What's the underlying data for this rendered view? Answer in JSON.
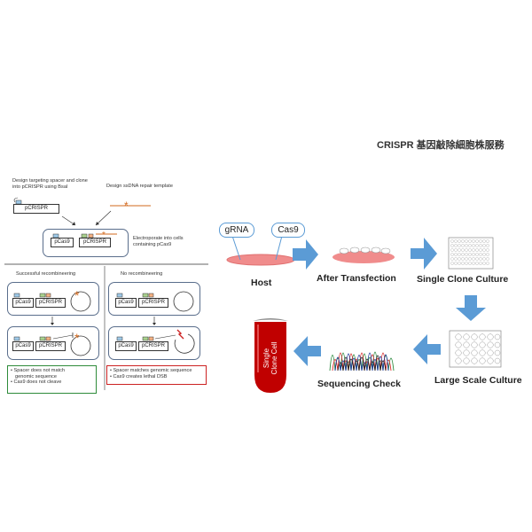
{
  "title": "CRISPR 基因敲除細胞株服務",
  "left": {
    "step1_text": "Design targeting spacer and clone into pCRISPR using BsaI",
    "step1_text_line1": "Design targeting spacer and clone",
    "step1_text_line2": "into pCRISPR using BsaI",
    "step2_text": "Design ssDNA repair template",
    "plasmid_pcrispr": "pCRISPR",
    "plasmid_pcas9": "pCas9",
    "electroporate_line1": "Electroporate into cells",
    "electroporate_line2": "containing pCas9",
    "successful_label": "Successful recombineering",
    "no_recomb_label": "No recombineering",
    "green_note_1a": "Spacer does not match",
    "green_note_1b": "genomic sequence",
    "green_note_2": "Cas9 does not cleave",
    "red_note_1": "Spacer matches genomic sequence",
    "red_note_2": "Cas9 creates lethal DSB"
  },
  "flow": {
    "grna_label": "gRNA",
    "cas9_label": "Cas9",
    "host_label": "Host",
    "after_transfection_label": "After Transfection",
    "single_clone_label": "Single Clone Culture",
    "large_scale_label": "Large Scale Culture",
    "sequencing_label": "Sequencing Check",
    "tube_label_line1": "Single",
    "tube_label_line2": "Clone Cell"
  },
  "colors": {
    "arrow": "#5b9bd5",
    "host_dish": "#f08c8c",
    "tube_red": "#c00000",
    "green_border": "#2e8b3a",
    "red_border": "#cc2222",
    "star": "#d2691e"
  }
}
